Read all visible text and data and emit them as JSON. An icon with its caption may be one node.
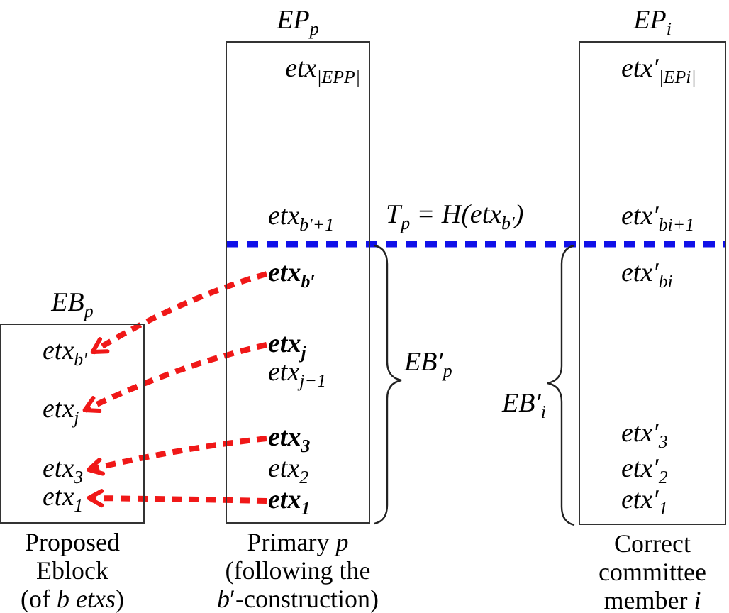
{
  "diagram": {
    "nodes": [
      {
        "text": [
          "EB$_{p}$"
        ],
        "beside": [
          "Proposed Eblock (of *b* *etxs*)"
        ]
      },
      {
        "text": [
          "etx$_{b′}$"
        ],
        "in": 0
      },
      {
        "text": [
          "etx$_{j}$"
        ],
        "in": 0
      },
      {
        "text": [
          "etx$_{3}$"
        ],
        "in": 0
      },
      {
        "text": [
          "etx$_{1}$"
        ],
        "in": 0
      },
      {
        "text": [
          "EP$_{p}$"
        ],
        "beside": [
          "Primary *p* (following the *b*′-construction)"
        ]
      },
      {
        "text": [
          "etx$_{|EP}$$_{P}$$_{|}$"
        ],
        "in": 5
      },
      {
        "text": [
          "etx$_{b′+1}$"
        ],
        "in": 5
      },
      {
        "text": [
          "etx$_{b′}$"
        ],
        "in": 5
      },
      {
        "text": [
          "etx$_{j}$"
        ],
        "in": 5
      },
      {
        "text": [
          "etx$_{j−1}$"
        ],
        "in": 5
      },
      {
        "text": [
          "etx$_{3}$"
        ],
        "in": 5
      },
      {
        "text": [
          "etx$_{2}$"
        ],
        "in": 5
      },
      {
        "text": [
          "etx$_{1}$"
        ],
        "in": 5
      },
      {
        "text": [
          "EP$_{i}$"
        ],
        "beside": [
          "Correct committee member *i*"
        ]
      },
      {
        "text": [
          "etx′$_{|EP}$$_{i}$$_{|}$"
        ],
        "in": 14
      },
      {
        "text": [
          "etx′$_{b}$$_{i}$$_{+1}$"
        ],
        "in": 14
      },
      {
        "text": [
          "etx′$_{b}$$_{i}$"
        ],
        "in": 14
      },
      {
        "text": [
          "etx′$_{3}$"
        ],
        "in": 14
      },
      {
        "text": [
          "etx′$_{2}$"
        ],
        "in": 14
      },
      {
        "text": [
          "etx′$_{1}$"
        ],
        "in": 14
      }
    ],
    "edges": [
      {
        "from": 8,
        "to": 1,
        "arrow": "to",
        "style": "dashed"
      },
      {
        "from": 9,
        "to": 2,
        "arrow": "to",
        "style": "dashed"
      },
      {
        "from": 11,
        "to": 3,
        "arrow": "to",
        "style": "dashed"
      },
      {
        "from": 13,
        "to": 4,
        "arrow": "to",
        "style": "dashed"
      }
    ],
    "labels": [
      "T$_{p}$ = H(etx$_{b′}$)",
      "EB′$_{p}$",
      "EB′$_{i}$"
    ]
  }
}
